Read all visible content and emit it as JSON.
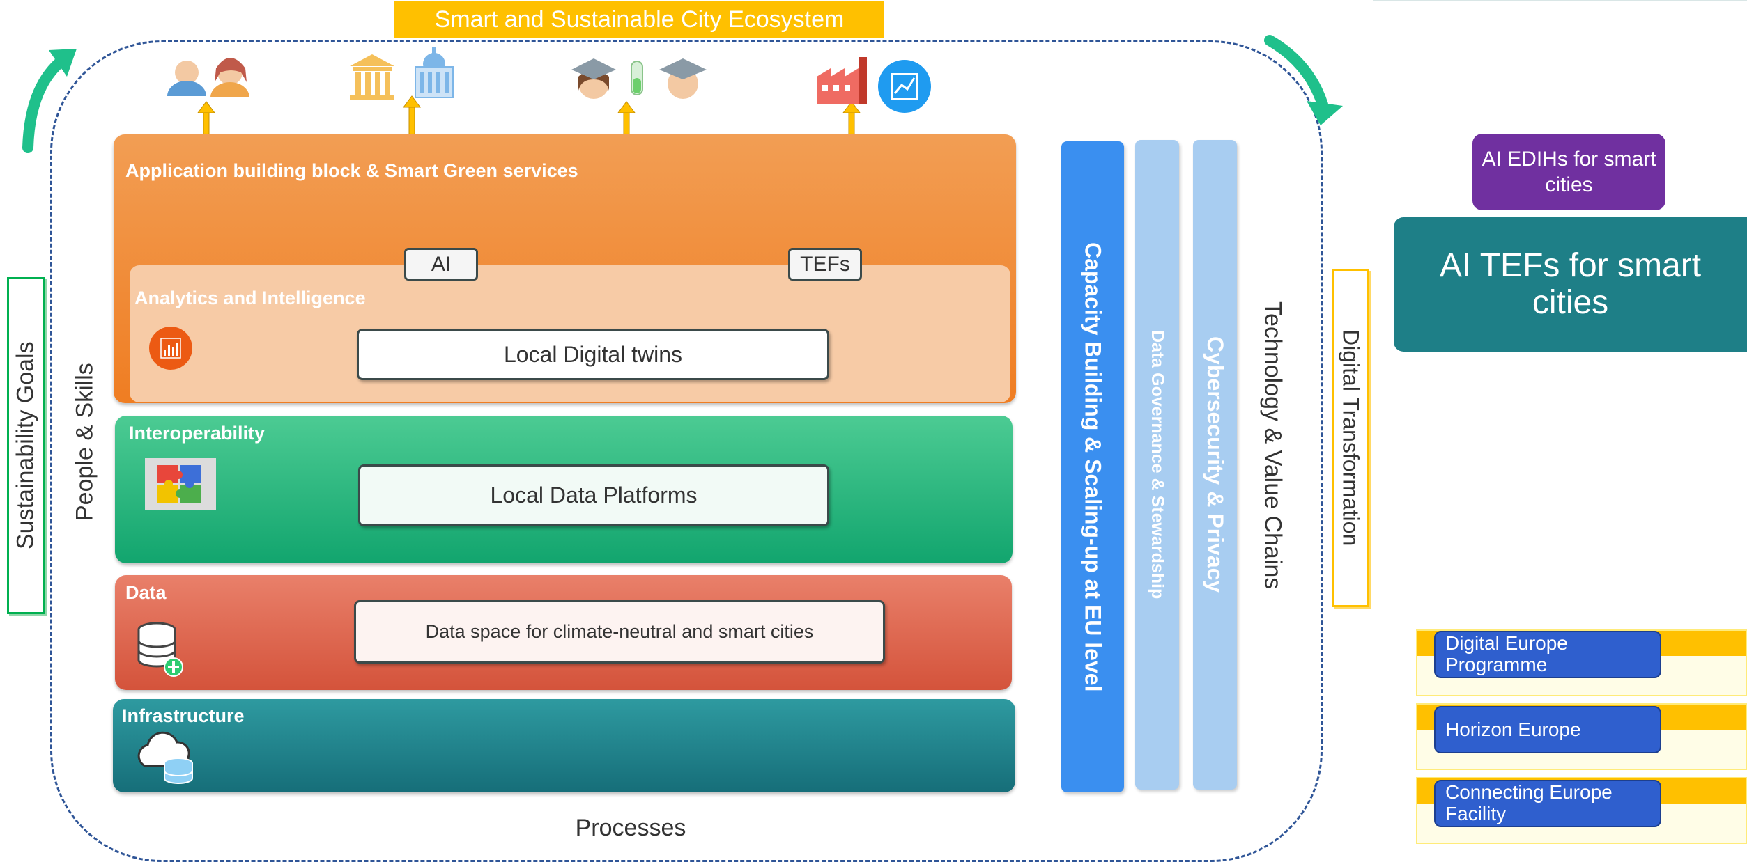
{
  "header": {
    "title": "Smart and Sustainable City Ecosystem"
  },
  "left_labels": {
    "sustainability": "Sustainability Goals",
    "people": "People & Skills"
  },
  "bottom_label": "Processes",
  "layers": {
    "application": {
      "label": "Application building block & Smart Green services",
      "tag_ai": "AI",
      "tag_tefs": "TEFs"
    },
    "analytics": {
      "label": "Analytics and Intelligence",
      "box": "Local Digital twins"
    },
    "interoperability": {
      "label": "Interoperability",
      "box": "Local Data Platforms"
    },
    "data": {
      "label": "Data",
      "box": "Data space for climate-neutral and smart cities"
    },
    "infrastructure": {
      "label": "Infrastructure"
    }
  },
  "pillars": {
    "capacity": "Capacity Building & Scaling-up at EU level",
    "governance": "Data Governance & Stewardship",
    "cyber": "Cybersecurity & Privacy",
    "tech": "Technology & Value Chains",
    "digital": "Digital Transformation"
  },
  "right_panel": {
    "edih": "AI EDIHs for smart cities",
    "tef": "AI TEFs for smart cities",
    "programmes": [
      "Digital Europe Programme",
      "Horizon Europe",
      "Connecting Europe Facility"
    ]
  },
  "stakeholder_icons": [
    "citizens-icon",
    "public-administration-icon",
    "academia-research-icon",
    "industry-icon",
    "analytics-chart-icon"
  ],
  "colors": {
    "title_bg": "#ffc000",
    "application": "#ef7d22",
    "analytics": "#f7cba6",
    "interoperability": "#12a56e",
    "data": "#d4533b",
    "infrastructure": "#166e79",
    "capacity": "#3a8ff0",
    "light_pillar": "#a8cdf1",
    "edih": "#7030a0",
    "tef": "#1e7f87",
    "programme": "#2f5fce"
  }
}
